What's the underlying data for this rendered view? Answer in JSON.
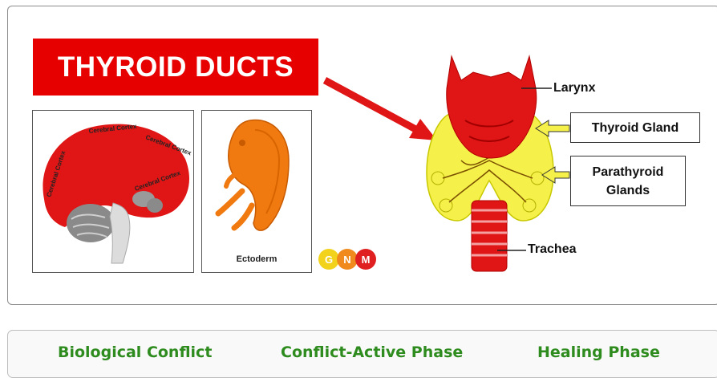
{
  "figure": {
    "title": "THYROID DUCTS",
    "brain_labels": [
      "Cerebral Cortex",
      "Cerebral Cortex",
      "Cerebral Cortex",
      "Cerebral Cortex"
    ],
    "embryo_label": "Ectoderm",
    "logo_letters": [
      "G",
      "N",
      "M"
    ],
    "logo_colors": [
      "#f2d21b",
      "#f08a1c",
      "#e02020"
    ],
    "anatomy_labels": {
      "larynx": "Larynx",
      "thyroid_gland": "Thyroid Gland",
      "parathyroid_line1": "Parathyroid",
      "parathyroid_line2": "Glands",
      "trachea": "Trachea"
    },
    "colors": {
      "title_bg": "#e60000",
      "organ_red": "#e01515",
      "gland_yellow": "#f5f04a",
      "tab_green": "#2e8b1e"
    }
  },
  "tabs": [
    "Biological Conflict",
    "Conflict-Active Phase",
    "Healing Phase"
  ]
}
